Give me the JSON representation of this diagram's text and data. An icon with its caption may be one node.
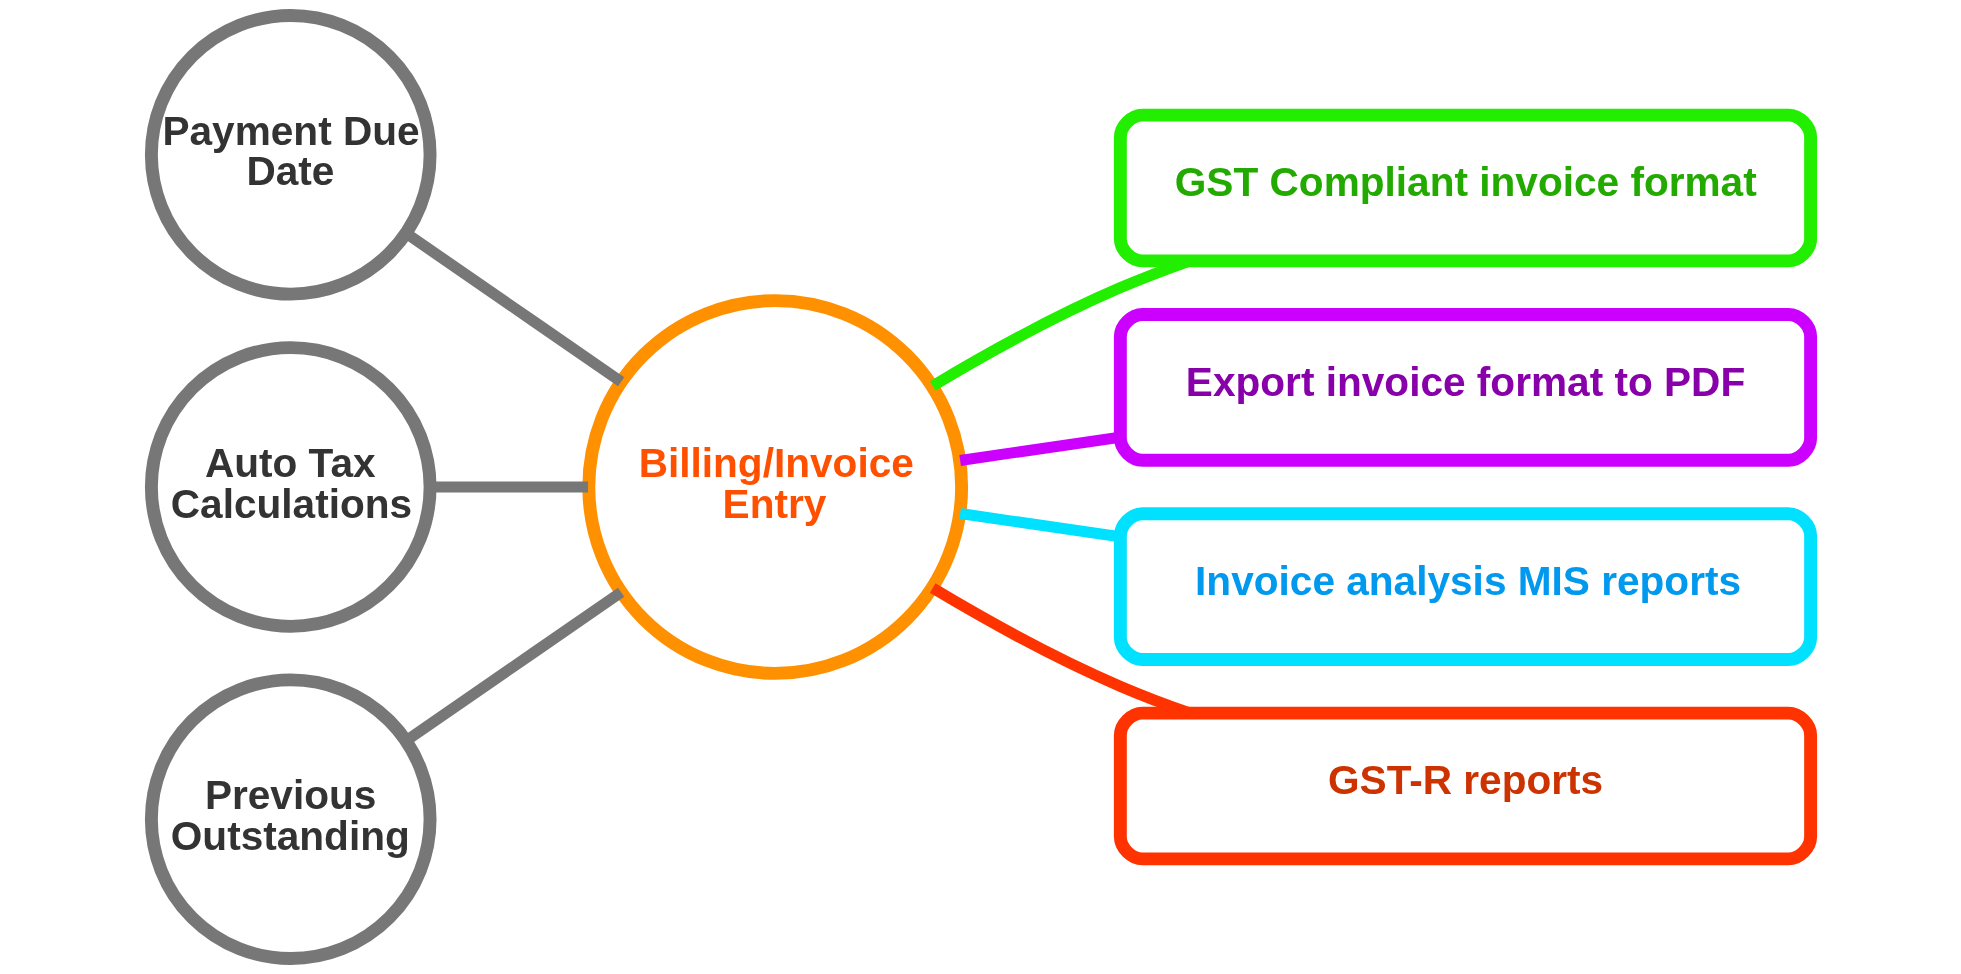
{
  "diagram": {
    "nodes": [
      {
        "text": [
          "Billing/Invoice Entry"
        ]
      },
      {
        "text": [
          "Payment Due Date"
        ]
      },
      {
        "text": [
          "Auto Tax Calculations"
        ]
      },
      {
        "text": [
          "Previous Outstanding"
        ]
      },
      {
        "text": [
          "GST Compliant invoice format"
        ]
      },
      {
        "text": [
          "Export invoice format to PDF"
        ]
      },
      {
        "text": [
          "Invoice analysis MIS reports"
        ]
      },
      {
        "text": [
          "GST-R reports"
        ]
      }
    ],
    "edges": [
      {
        "from": 1,
        "to": 0,
        "arrow": "none"
      },
      {
        "from": 2,
        "to": 0,
        "arrow": "none"
      },
      {
        "from": 3,
        "to": 0,
        "arrow": "none"
      },
      {
        "from": 0,
        "to": 4,
        "arrow": "none",
        "color": "#22ee00"
      },
      {
        "from": 0,
        "to": 5,
        "arrow": "none",
        "color": "#cc00ff"
      },
      {
        "from": 0,
        "to": 6,
        "arrow": "none",
        "color": "#00e0ff"
      },
      {
        "from": 0,
        "to": 7,
        "arrow": "none",
        "color": "#ff3300"
      }
    ]
  }
}
